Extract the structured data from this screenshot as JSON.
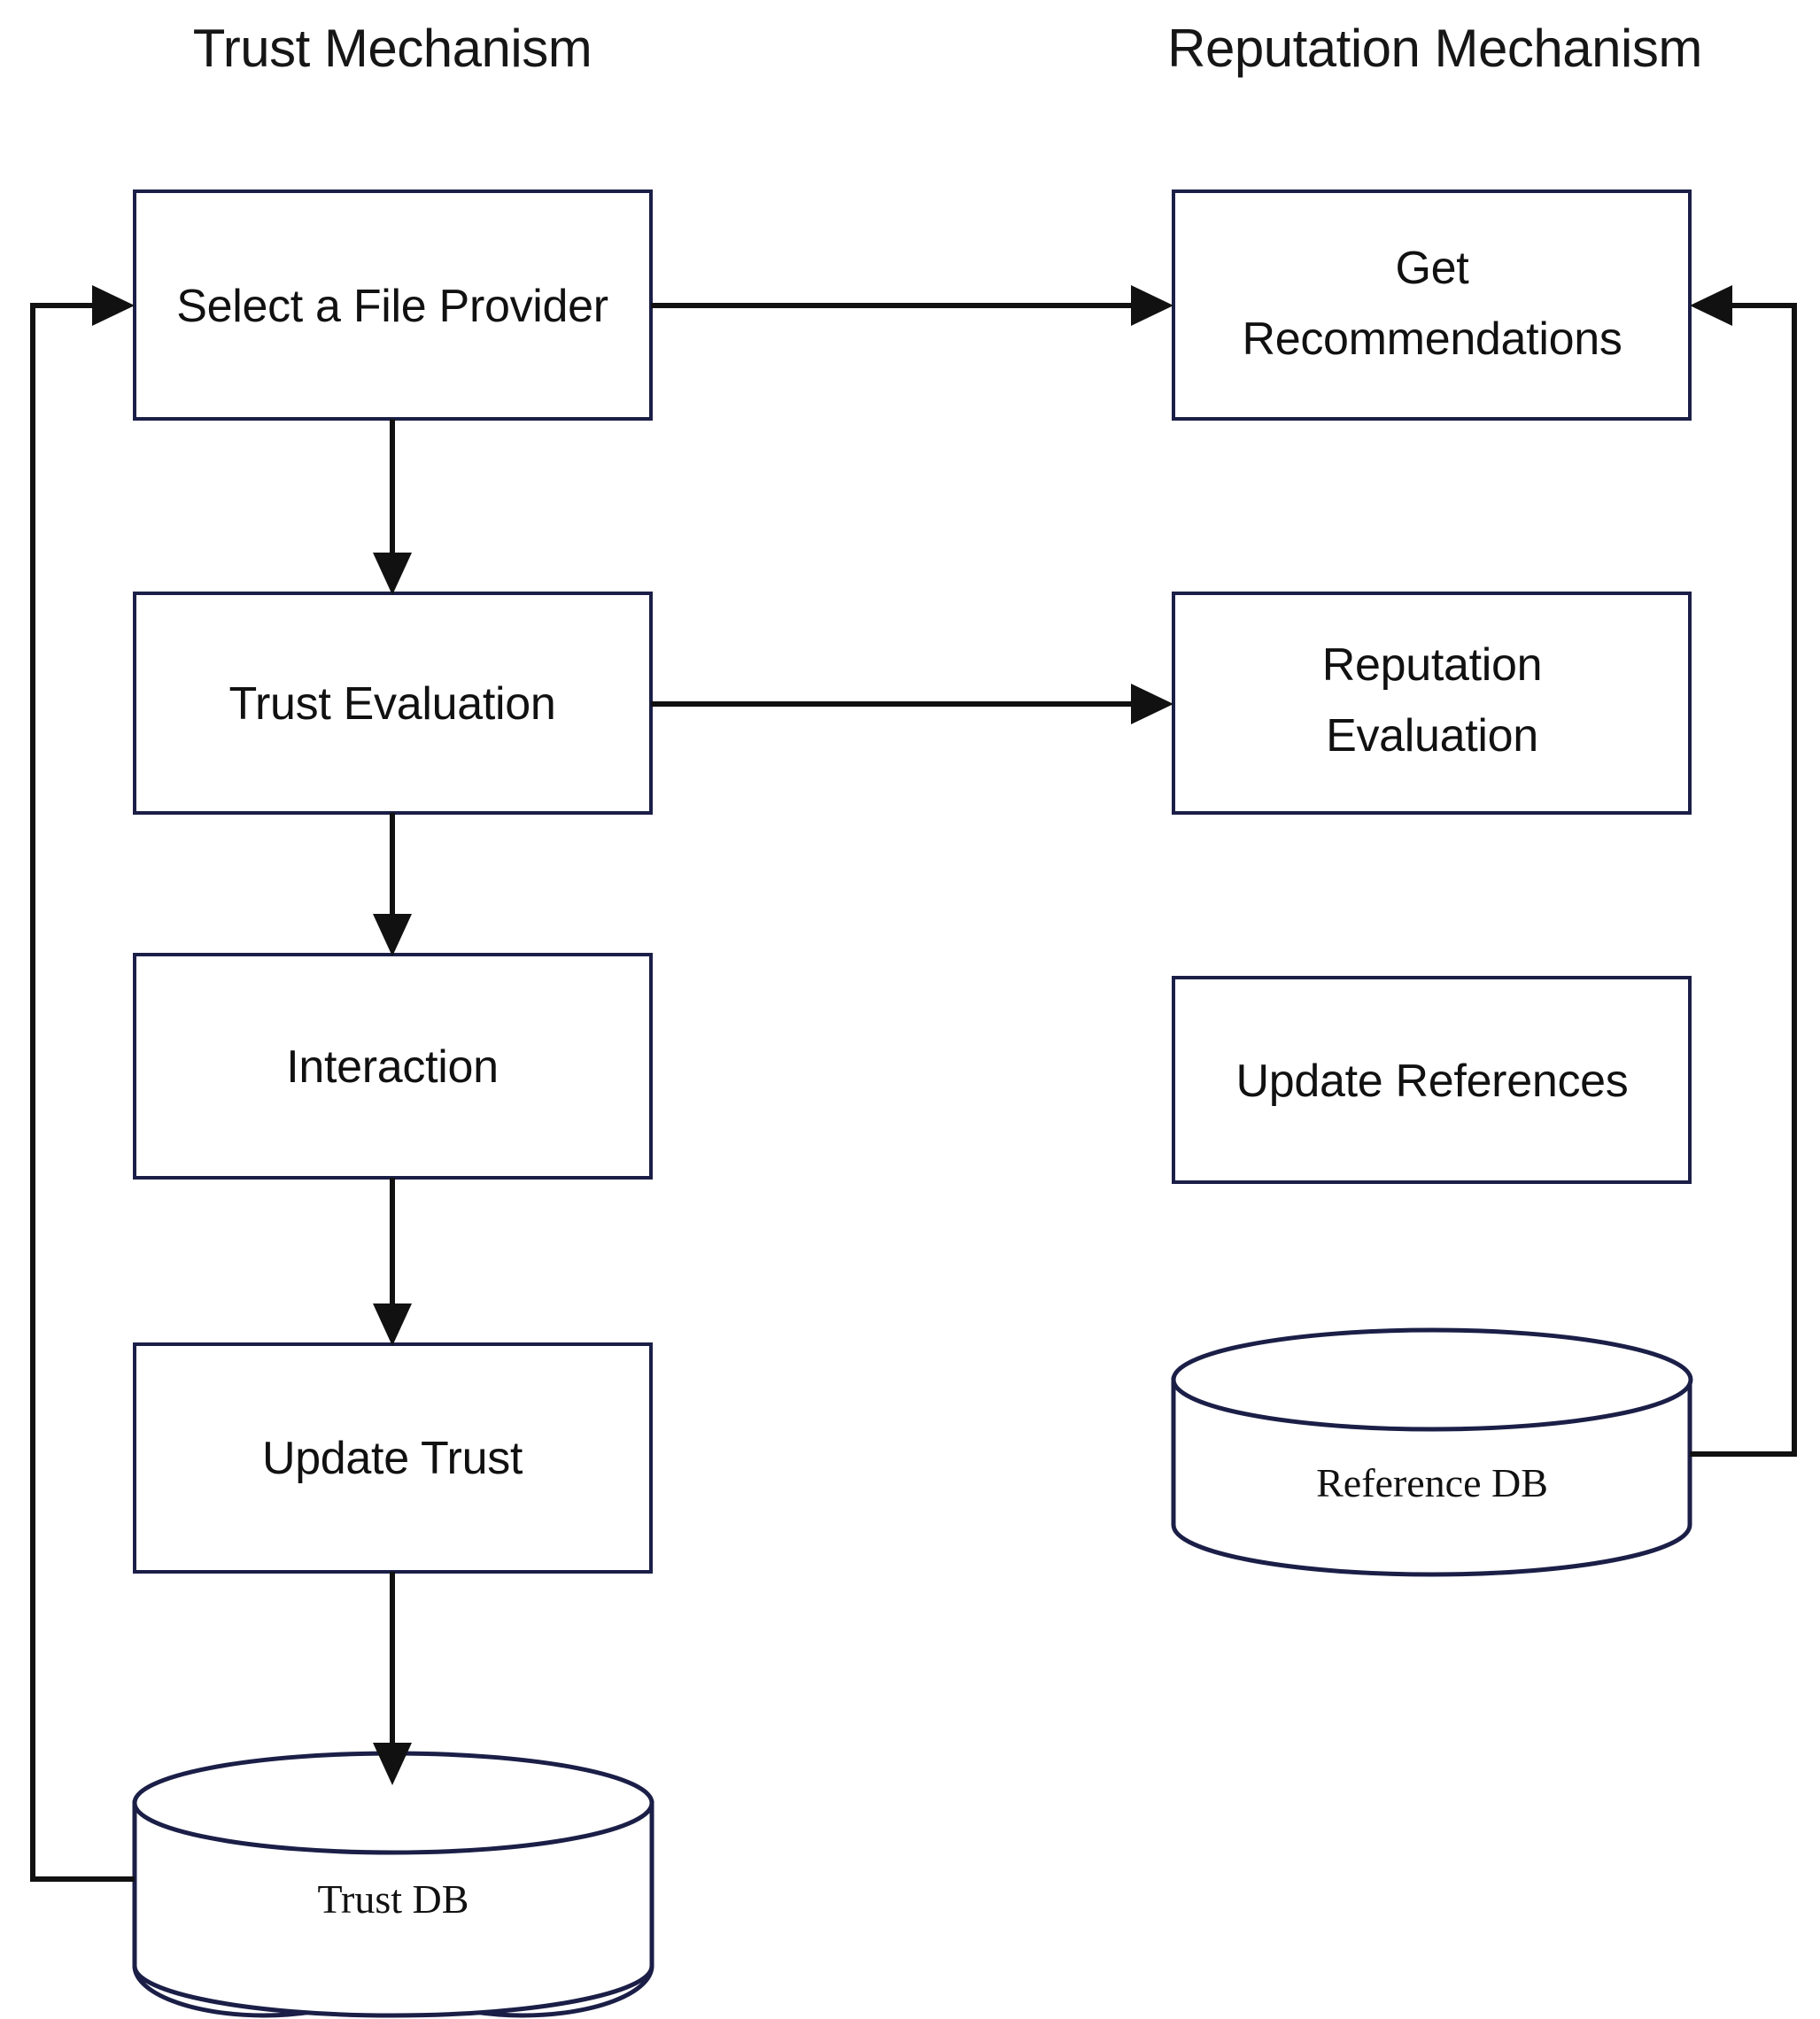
{
  "diagram": {
    "title_left": "Trust Mechanism",
    "title_right": "Reputation Mechanism",
    "colors": {
      "box_border": "#1b1f47",
      "connector": "#111111",
      "text": "#111111",
      "background": "#ffffff"
    },
    "columns": [
      {
        "name": "trust-mechanism",
        "heading": "Trust Mechanism",
        "nodes": [
          {
            "id": "select-file-provider",
            "label": "Select a File Provider",
            "shape": "rectangle"
          },
          {
            "id": "trust-evaluation",
            "label": "Trust Evaluation",
            "shape": "rectangle"
          },
          {
            "id": "interaction",
            "label": "Interaction",
            "shape": "rectangle"
          },
          {
            "id": "update-trust",
            "label": "Update Trust",
            "shape": "rectangle"
          },
          {
            "id": "trust-db",
            "label": "Trust DB",
            "shape": "cylinder"
          }
        ]
      },
      {
        "name": "reputation-mechanism",
        "heading": "Reputation Mechanism",
        "nodes": [
          {
            "id": "get-recommendations",
            "label_line1": "Get",
            "label_line2": "Recommendations",
            "shape": "rectangle"
          },
          {
            "id": "reputation-evaluation",
            "label_line1": "Reputation",
            "label_line2": "Evaluation",
            "shape": "rectangle"
          },
          {
            "id": "update-references",
            "label": "Update References",
            "shape": "rectangle"
          },
          {
            "id": "reference-db",
            "label": "Reference DB",
            "shape": "cylinder"
          }
        ]
      }
    ],
    "edges": [
      {
        "id": "edge-select-to-trust-eval",
        "from": "select-file-provider",
        "to": "trust-evaluation",
        "style": "arrow-down"
      },
      {
        "id": "edge-trust-eval-to-interaction",
        "from": "trust-evaluation",
        "to": "interaction",
        "style": "arrow-down"
      },
      {
        "id": "edge-interaction-to-update-trust",
        "from": "interaction",
        "to": "update-trust",
        "style": "arrow-down"
      },
      {
        "id": "edge-update-trust-to-trust-db",
        "from": "update-trust",
        "to": "trust-db",
        "style": "arrow-down"
      },
      {
        "id": "edge-select-to-get-recommendations",
        "from": "select-file-provider",
        "to": "get-recommendations",
        "style": "arrow-right"
      },
      {
        "id": "edge-trust-eval-to-reputation-eval",
        "from": "trust-evaluation",
        "to": "reputation-evaluation",
        "style": "arrow-right"
      },
      {
        "id": "edge-trust-db-to-select",
        "from": "trust-db",
        "to": "select-file-provider",
        "style": "feedback-left"
      },
      {
        "id": "edge-reference-db-to-get-recommendations",
        "from": "reference-db",
        "to": "get-recommendations",
        "style": "feedback-right"
      }
    ]
  }
}
